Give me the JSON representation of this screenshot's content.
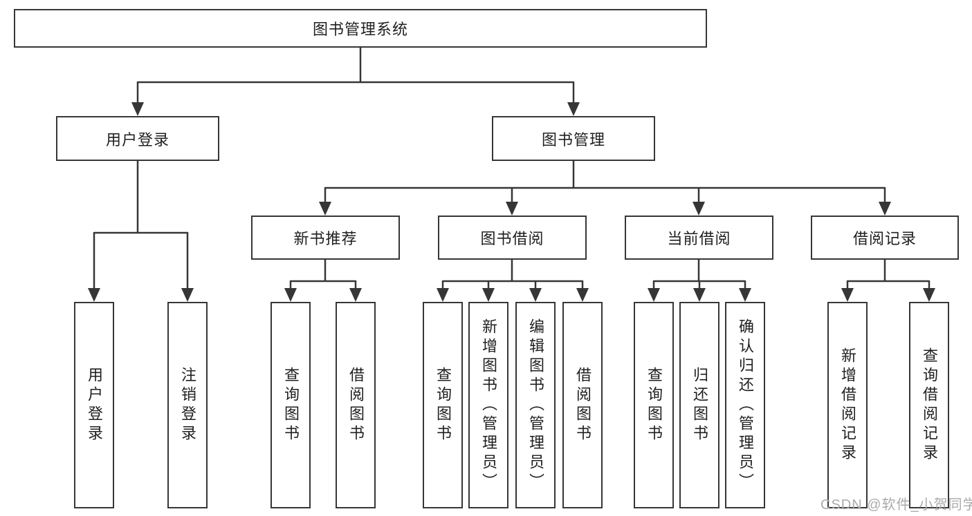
{
  "diagram": {
    "title": "图书管理系统",
    "root": {
      "label": "图书管理系统"
    },
    "branches": [
      {
        "label": "用户登录",
        "children": [
          {
            "label": "用户登录"
          },
          {
            "label": "注销登录"
          }
        ]
      },
      {
        "label": "图书管理",
        "children": [
          {
            "label": "新书推荐",
            "children": [
              {
                "label": "查询图书"
              },
              {
                "label": "借阅图书"
              }
            ]
          },
          {
            "label": "图书借阅",
            "children": [
              {
                "label": "查询图书"
              },
              {
                "label": "新增图书（管理员）"
              },
              {
                "label": "编辑图书（管理员）"
              },
              {
                "label": "借阅图书"
              }
            ]
          },
          {
            "label": "当前借阅",
            "children": [
              {
                "label": "查询图书"
              },
              {
                "label": "归还图书"
              },
              {
                "label": "确认归还（管理员）"
              }
            ]
          },
          {
            "label": "借阅记录",
            "children": [
              {
                "label": "新增借阅记录"
              },
              {
                "label": "查询借阅记录"
              }
            ]
          }
        ]
      }
    ]
  },
  "watermark": {
    "text": "CSDN @软件_小贺同学",
    "color": "#aaaaaa"
  },
  "colors": {
    "line": "#363636",
    "box_border": "#363636",
    "text": "#1f1f1f",
    "background": "#ffffff"
  }
}
